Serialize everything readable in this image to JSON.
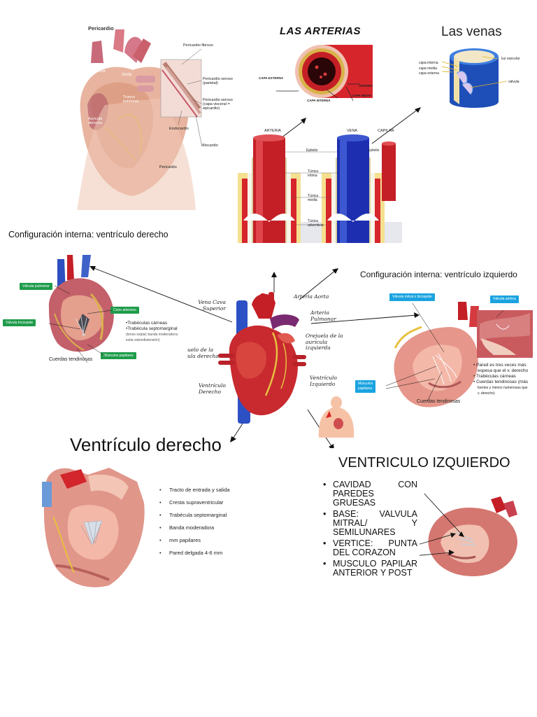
{
  "pericardio": {
    "title": "Pericardio",
    "vena_cava_superior": "Vena cava superior",
    "aorta": "Aorta",
    "tronco_pulmonar": "Tronco pulmonar",
    "aurícula_derecha": "Aurícula derecha",
    "pericardio_fibroso": "Pericardio fibroso",
    "pericardio_seroso_parietal": "Pericardio seroso (parietal)",
    "pericardio_seroso_visceral": "Pericardio seroso (capa visceral = epicardio)",
    "endocardio": "Endocardio",
    "miocardio": "Miocardio",
    "pericardio_bottom": "Pericardio"
  },
  "arterias": {
    "title": "LAS ARTERIAS",
    "capa_externa": "CAPA EXTERNA",
    "capa_interna": "CAPA INTERNA",
    "capa_media": "CAPA MEDIA",
    "arteria_label": "ARTERIA"
  },
  "venas": {
    "title": "Las venas",
    "capa_interna": "capa interna",
    "capa_media": "capa media",
    "capa_externa": "capa externa",
    "luz_vascular": "luz vascular",
    "valvula": "válvula"
  },
  "vessels": {
    "arteria": "ARTERIA",
    "vena": "VENA",
    "capilar": "CAPILAR",
    "epitelio": "Epitelio",
    "epitelio2": "Epitelio",
    "tunica_intima": "Túnica íntima",
    "tunica_media": "Túnica media",
    "tunica_adventicia": "Túnica adventicia"
  },
  "vd_config": {
    "title": "Configuración interna: ventrículo derecho",
    "valvula_pulmonar": "Válvula pulmonar",
    "cono_arterioso": "Cono arterioso",
    "valvula_tricuspide": "Válvula tricúspide",
    "musculos_papilares": "Músculos papilares",
    "cuerdas_tendinosas": "Cuerdas tendinosas",
    "bullets": [
      "•Trabéculas cárneas",
      "•Trabécula septomarginal",
      "(tenso septal; banda moderadora:",
      "evita sobredistensión)"
    ]
  },
  "central_heart": {
    "vena_cava_superior_1": "Vena Cava",
    "vena_cava_superior_2": "Superior",
    "arteria_aorta": "Arteria Aorta",
    "arteria_pulmonar_1": "Arteria",
    "arteria_pulmonar_2": "Pulmonar",
    "orejuela_1": "Orejuela de la",
    "orejuela_2": "aurícula",
    "orejuela_3": "izquierda",
    "auricula_der_1": "uelo de la",
    "auricula_der_2": "ula derecha",
    "ventriculo_izq_1": "Ventrículo",
    "ventriculo_izq_2": "Izquierdo",
    "ventriculo_der_1": "Ventrículo",
    "ventriculo_der_2": "Derecho"
  },
  "vi_config": {
    "title": "Configuración interna: ventrículo izquierdo",
    "valvula_mitral": "Válvula mitral o bicúspide",
    "valvula_aortica": "Válvula aórtica",
    "musculos_papilares_1": "Músculos",
    "musculos_papilares_2": "papilares",
    "cuerdas_tendinosas": "Cuerdas tendinosas",
    "bullets": [
      "• Pared es tres veces más",
      "espesa que el v. derecho",
      "• Trabéculas cárneas",
      "• Cuerdas tendinosas (más",
      "fuertes y menos numerosas que",
      "v. derecho)"
    ]
  },
  "ventriculo_derecho": {
    "title": "Ventrículo derecho",
    "items": [
      "Tracto de entrada y salida",
      "Cresta supraventricular",
      "Trabécula septomarginal",
      "Banda moderadora",
      "mm papilares",
      "Pared delgada 4-6 mm"
    ]
  },
  "ventriculo_izquierdo": {
    "title": "VENTRICULO IZQUIERDO",
    "items": [
      "CAVIDAD CON PAREDES GRUESAS",
      "BASE: VALVULA MITRAL/ Y SEMILUNARES",
      "VERTICE: PUNTA DEL CORAZON",
      "MUSCULO PAPILAR ANTERIOR Y POST"
    ]
  },
  "colors": {
    "artery_red": "#c8202a",
    "vein_blue": "#1f3fae",
    "tag_green": "#1e9b4a",
    "tag_blue": "#1aa3e0",
    "heart_pink": "#e8a897"
  }
}
